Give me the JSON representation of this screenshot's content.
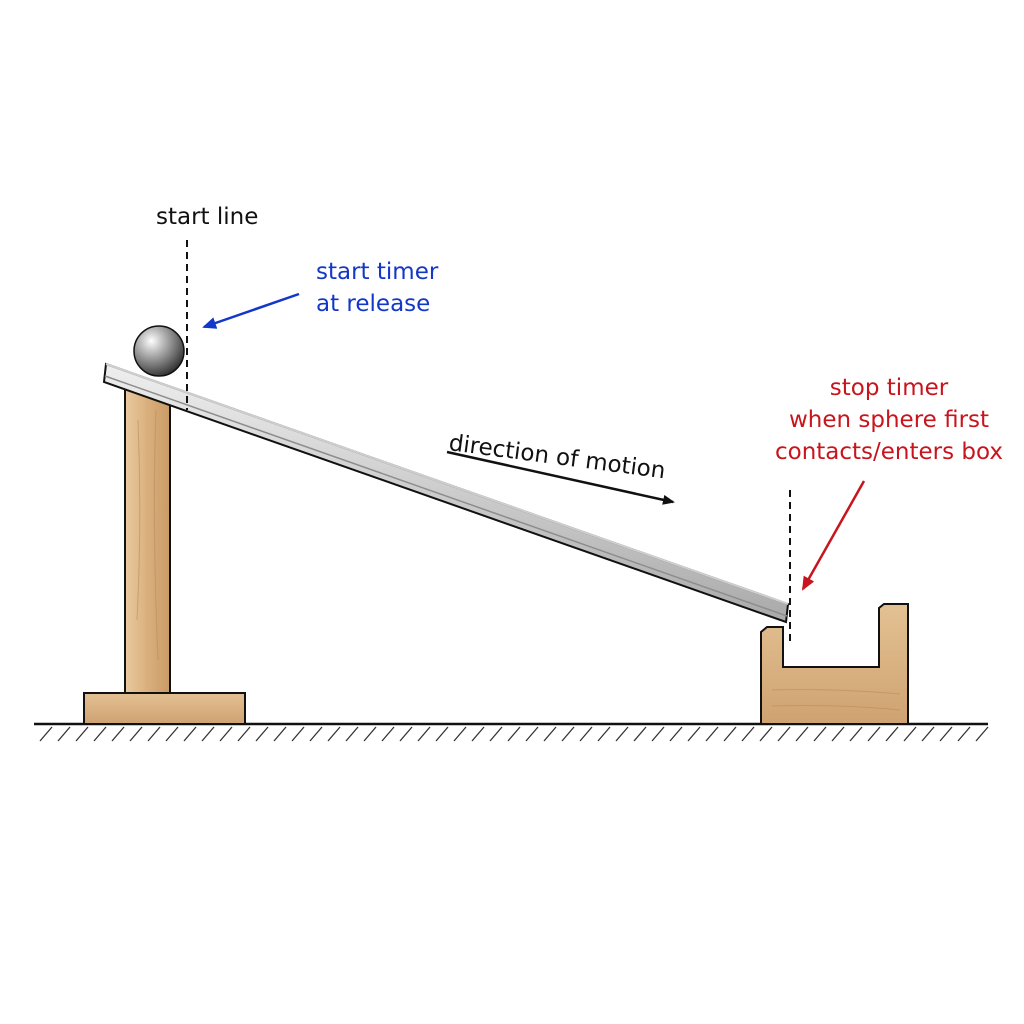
{
  "labels": {
    "start_line": "start line",
    "start_timer": [
      "start timer",
      "at release"
    ],
    "direction": "direction of motion",
    "stop_timer": [
      "stop timer",
      "when sphere first",
      "contacts/enters box"
    ]
  },
  "colors": {
    "start_annotation": "#1337c9",
    "stop_annotation": "#c8141c",
    "ink": "#111111",
    "wood_light": "#e3c193",
    "wood_dark": "#c99a66",
    "ramp_metal": "#c9c9c9",
    "sphere": "#8a8a8a"
  }
}
